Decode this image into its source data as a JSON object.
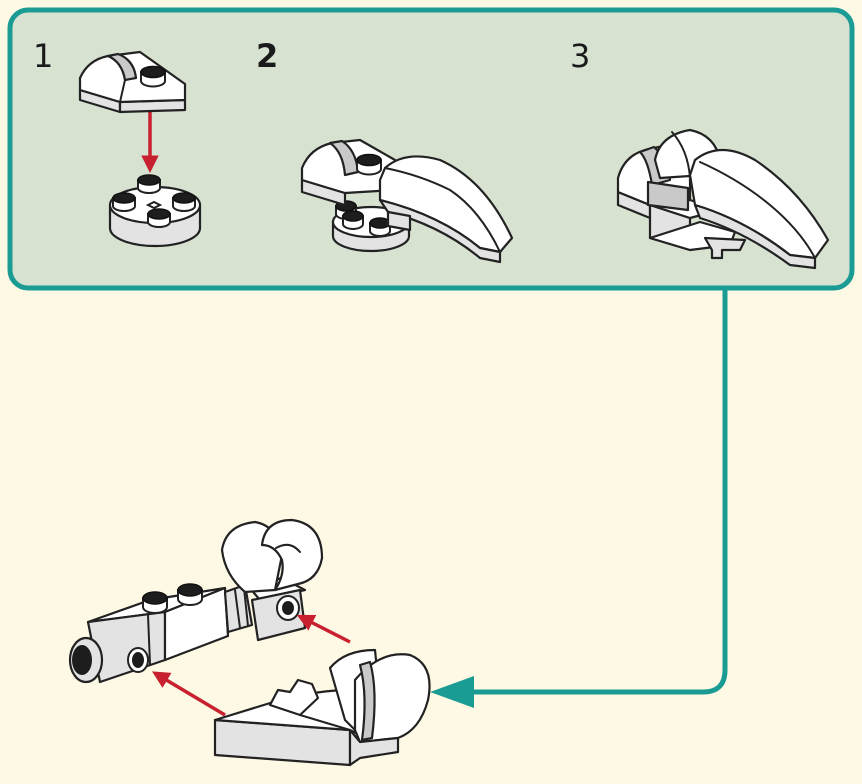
{
  "steps": [
    {
      "number": "1"
    },
    {
      "number": "2"
    },
    {
      "number": "3"
    }
  ],
  "colors": {
    "background": "#fdf9e4",
    "callout_fill": "#d7e2d1",
    "callout_border": "#1a9b93",
    "arrow_red": "#c8202f",
    "connector_teal": "#1a9b93"
  }
}
